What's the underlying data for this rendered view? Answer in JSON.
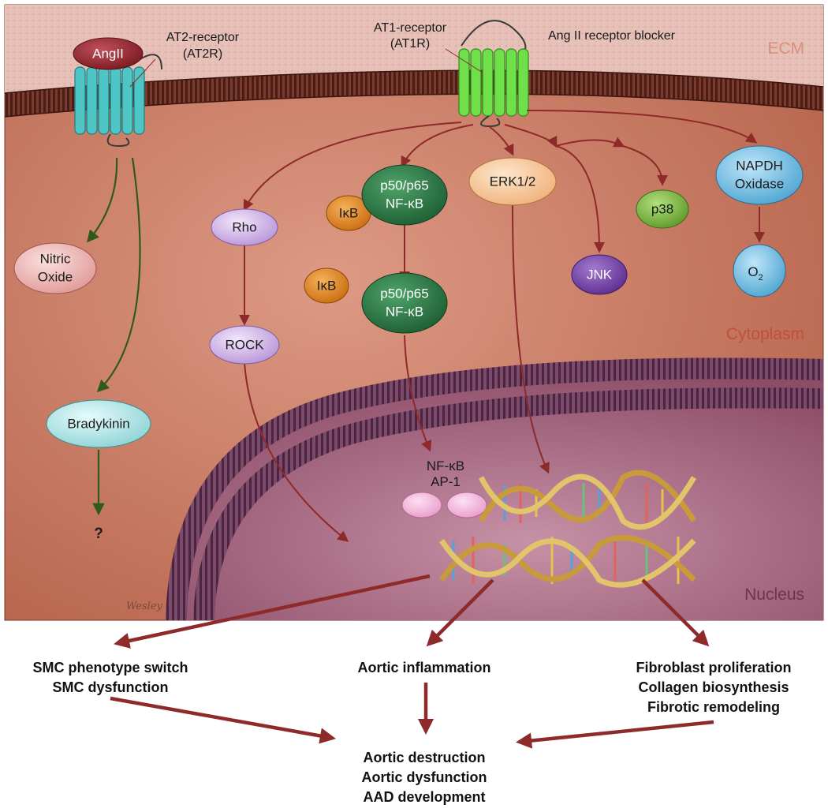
{
  "regions": {
    "ecm": "ECM",
    "cytoplasm": "Cytoplasm",
    "nucleus": "Nucleus"
  },
  "receptors": {
    "at2": {
      "line1": "AT2-receptor",
      "line2": "(AT2R)"
    },
    "at1": {
      "line1": "AT1-receptor",
      "line2": "(AT1R)"
    },
    "ligand": "AngII",
    "blocker": "Ang II receptor blocker"
  },
  "nodes": {
    "nitric_oxide": {
      "line1": "Nitric",
      "line2": "Oxide"
    },
    "bradykinin": "Bradykinin",
    "question": "?",
    "rho": "Rho",
    "rock": "ROCK",
    "ikb_1": "IκB",
    "ikb_2": "IκB",
    "nfkb_1": {
      "line1": "p50/p65",
      "line2": "NF-κB"
    },
    "nfkb_2": {
      "line1": "p50/p65",
      "line2": "NF-κB"
    },
    "erk": "ERK1/2",
    "jnk": "JNK",
    "p38": "p38",
    "nadph": {
      "line1": "NAPDH",
      "line2": "Oxidase"
    },
    "o2": "O",
    "o2_sub": "2",
    "tf": {
      "line1": "NF-κB",
      "line2": "AP-1"
    }
  },
  "outcomes": {
    "smc": {
      "line1": "SMC phenotype switch",
      "line2": "SMC dysfunction"
    },
    "inflammation": "Aortic inflammation",
    "fibro": {
      "line1": "Fibroblast proliferation",
      "line2": "Collagen biosynthesis",
      "line3": "Fibrotic remodeling"
    },
    "final": {
      "line1": "Aortic destruction",
      "line2": "Aortic dysfunction",
      "line3": "AAD development"
    }
  },
  "signature": "Wesley",
  "colors": {
    "ecm": "#e3b9b0",
    "cytoplasm": "#c97a63",
    "nucleus": "#a8607a",
    "arrow": "#8e2a2a",
    "green_arrow": "#2f5a1c"
  }
}
